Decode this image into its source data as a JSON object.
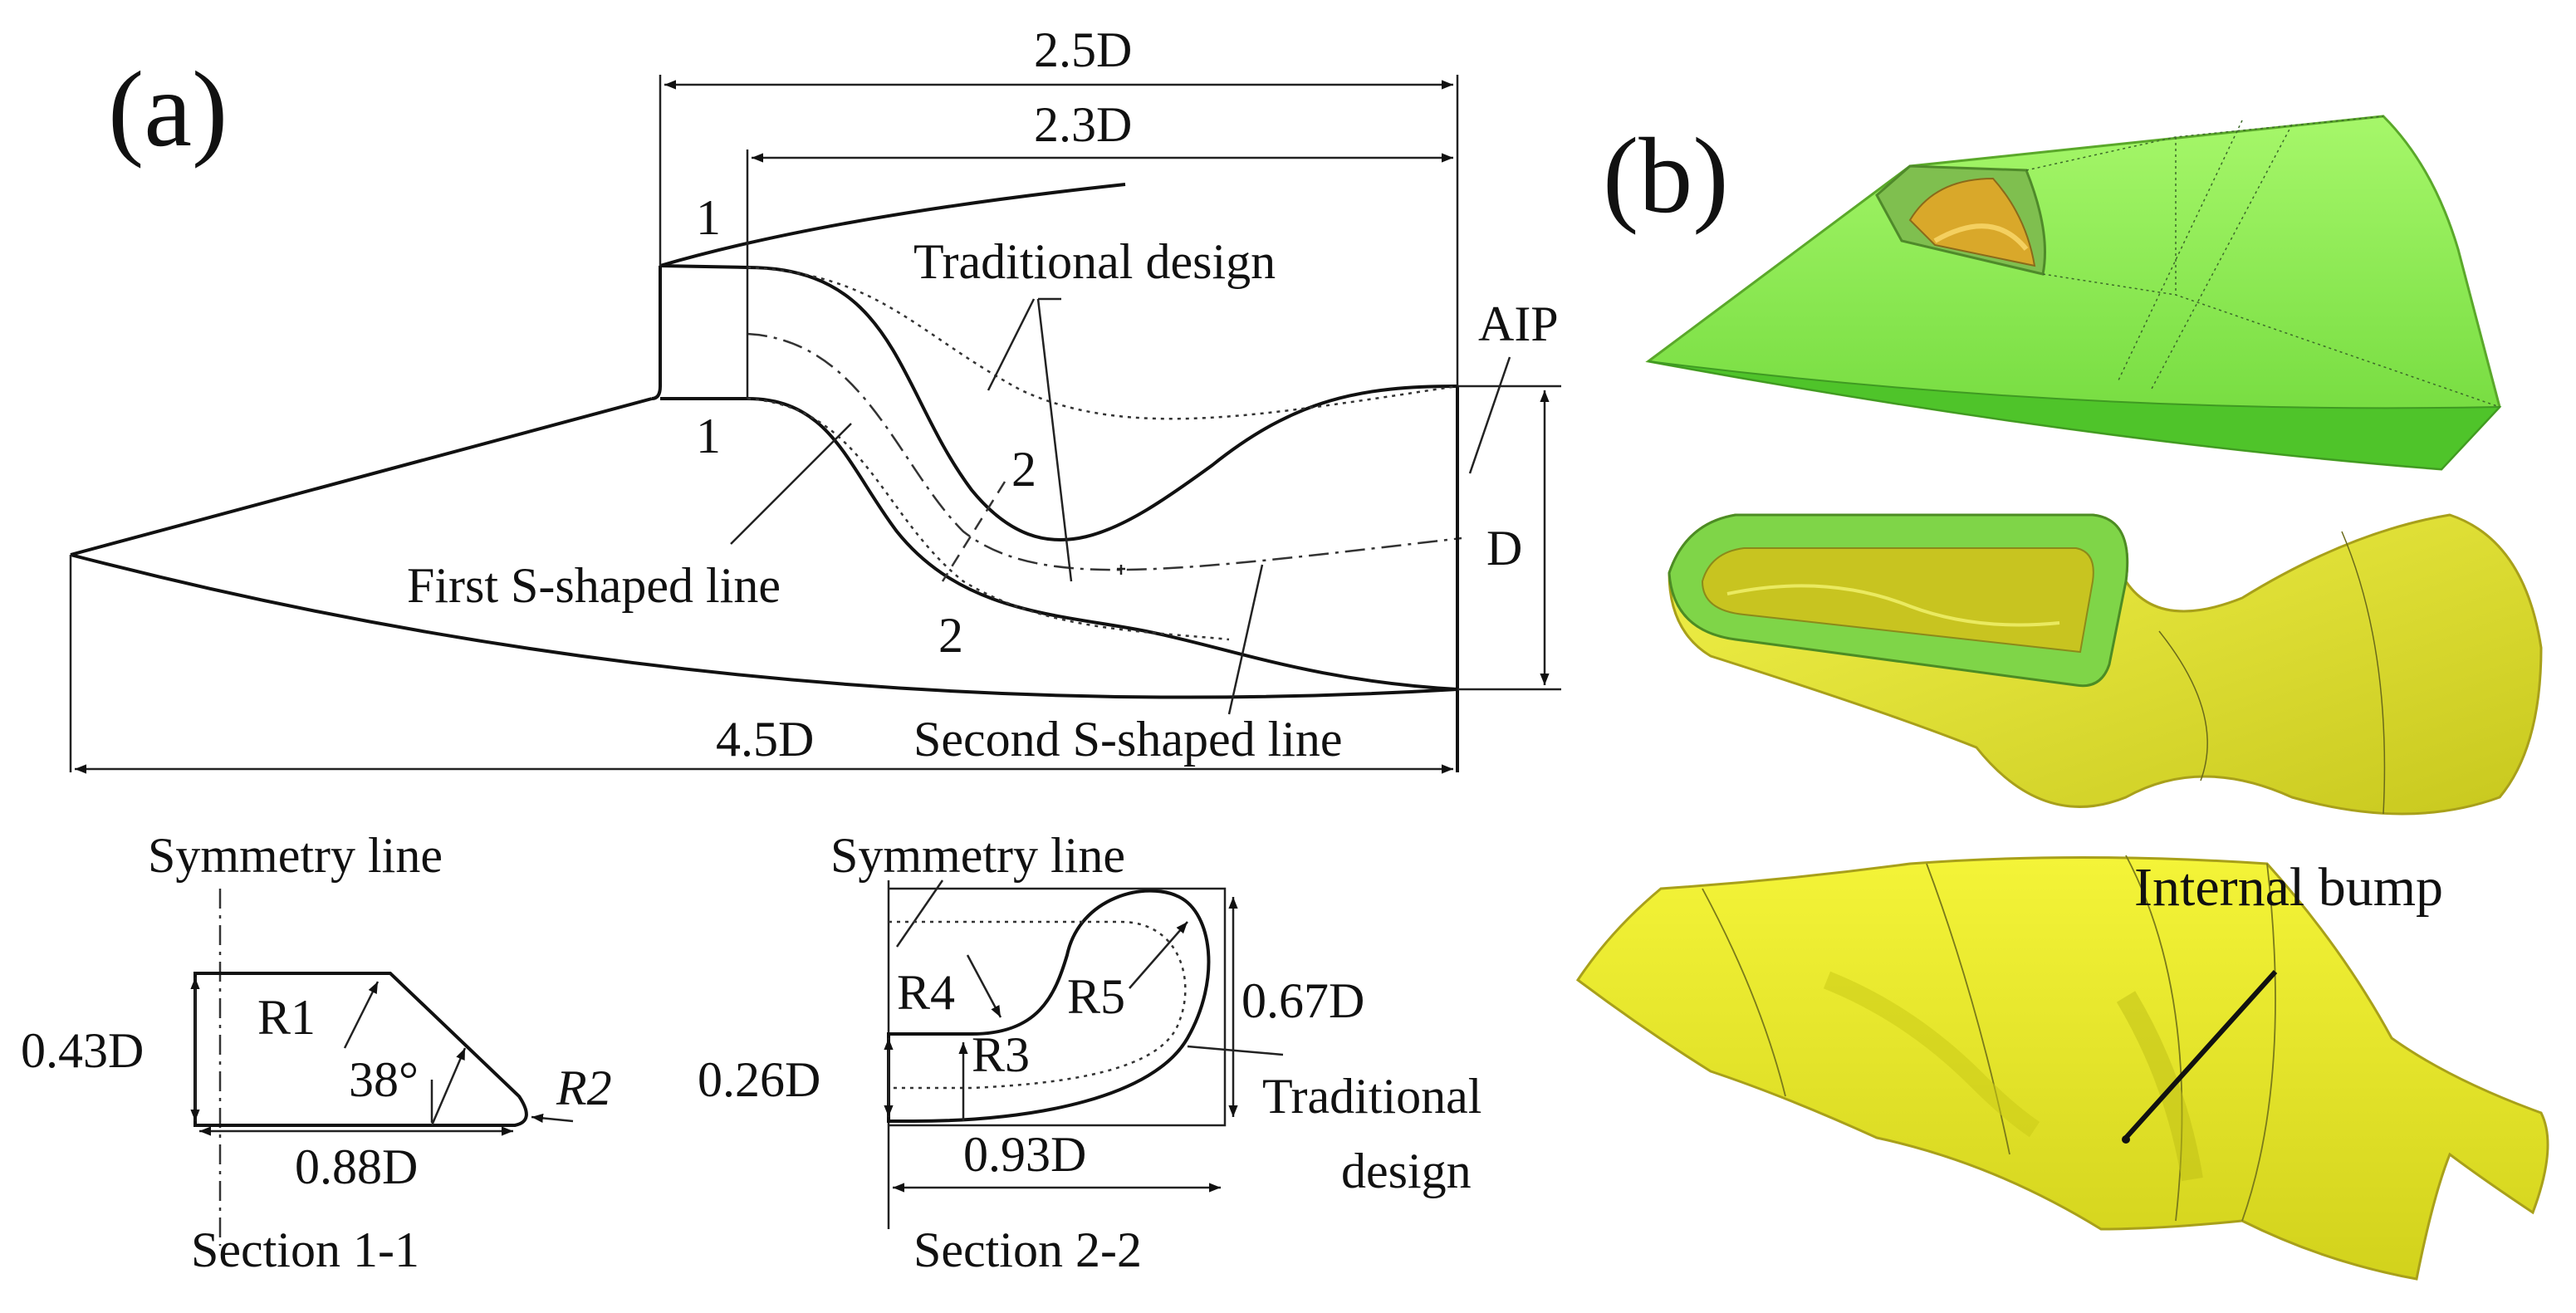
{
  "panels": {
    "a": "(a)",
    "b": "(b)"
  },
  "dimensions": {
    "len_2_5D": "2.5D",
    "len_2_3D": "2.3D",
    "len_4_5D": "4.5D",
    "dia_D": "D"
  },
  "labels": {
    "aip": "AIP",
    "traditional_design": "Traditional design",
    "first_s_line": "First S-shaped line",
    "second_s_line": "Second S-shaped line",
    "sec1_top": "1",
    "sec1_bottom": "1",
    "sec2_top": "2",
    "sec2_bottom": "2"
  },
  "section_1": {
    "title": "Section 1-1",
    "symmetry": "Symmetry line",
    "height": "0.43D",
    "width": "0.88D",
    "r1": "R1",
    "r2": "R2",
    "angle": "38°"
  },
  "section_2": {
    "title": "Section 2-2",
    "symmetry": "Symmetry line",
    "height_left": "0.26D",
    "height_right": "0.67D",
    "width": "0.93D",
    "r3": "R3",
    "r4": "R4",
    "r5": "R5",
    "traditional_line1": "Traditional",
    "traditional_line2": "design"
  },
  "panel_b": {
    "internal_bump": "Internal bump"
  },
  "colors": {
    "green": "#8ef24a",
    "green_dark": "#5cc22e",
    "yellow": "#e8e82a",
    "yellow_dark": "#b8b818",
    "gold": "#e0b030"
  }
}
